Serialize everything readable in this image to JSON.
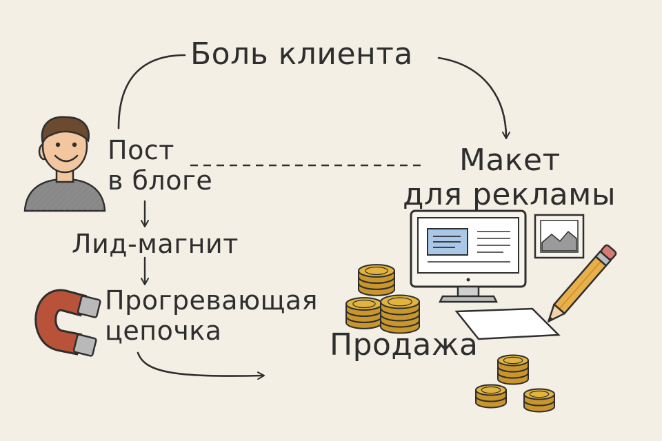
{
  "diagram": {
    "nodes": {
      "pain": "Боль клиента",
      "post": [
        "Пост",
        "в блоге"
      ],
      "lead_magnet": "Лид-магнит",
      "nurture": [
        "Прогревающая",
        "цепочка"
      ],
      "ad_mockup": [
        "Макет",
        "для рекламы"
      ],
      "sale": "Продажа"
    },
    "illustrations": [
      "person-icon",
      "magnet-icon",
      "monitor-icon",
      "picture-frame-icon",
      "pencil-icon",
      "paper-sheet-icon",
      "coin-stack-icon"
    ],
    "colors": {
      "background": "#f3efe4",
      "ink": "#2e2e2e",
      "coin": "#e2b33d",
      "magnet": "#b8533a",
      "pencil": "#e8b04a",
      "screen_panel": "#a9c8e8"
    }
  }
}
